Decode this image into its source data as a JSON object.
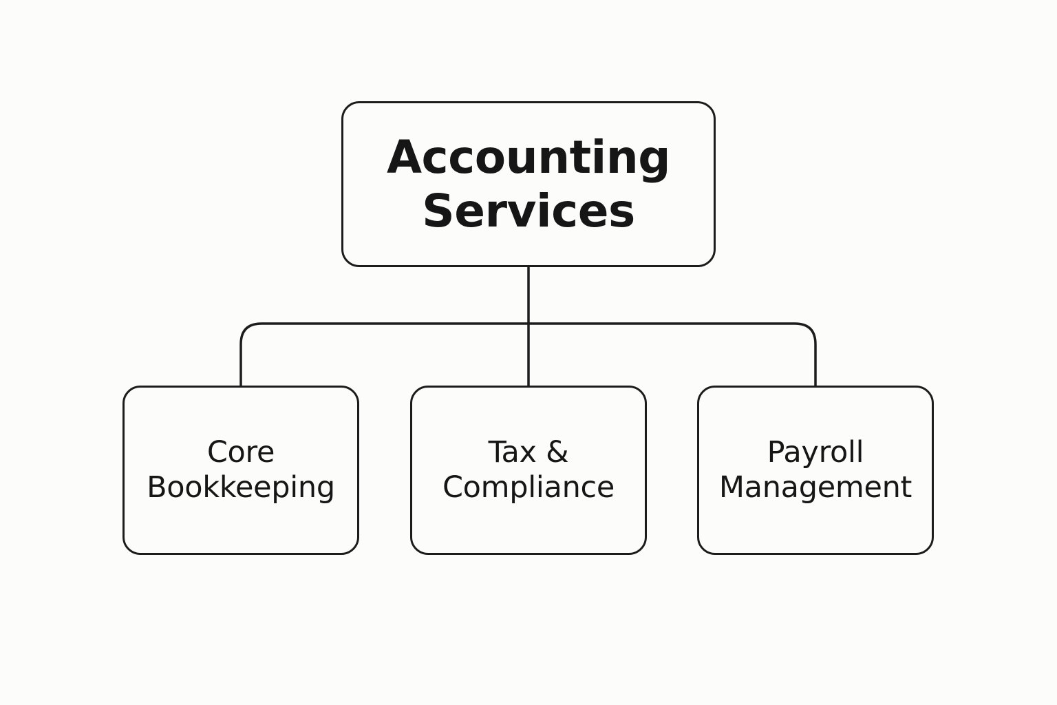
{
  "colors": {
    "background": "#fcfcfa",
    "stroke": "#1c1c1c",
    "text": "#161616",
    "box_fill": "#fcfcfa"
  },
  "diagram": {
    "root": {
      "lines": [
        "Accounting",
        "Services"
      ]
    },
    "children": [
      {
        "lines": [
          "Core",
          "Bookkeeping"
        ]
      },
      {
        "lines": [
          "Tax &",
          "Compliance"
        ]
      },
      {
        "lines": [
          "Payroll",
          "Management"
        ]
      }
    ]
  }
}
